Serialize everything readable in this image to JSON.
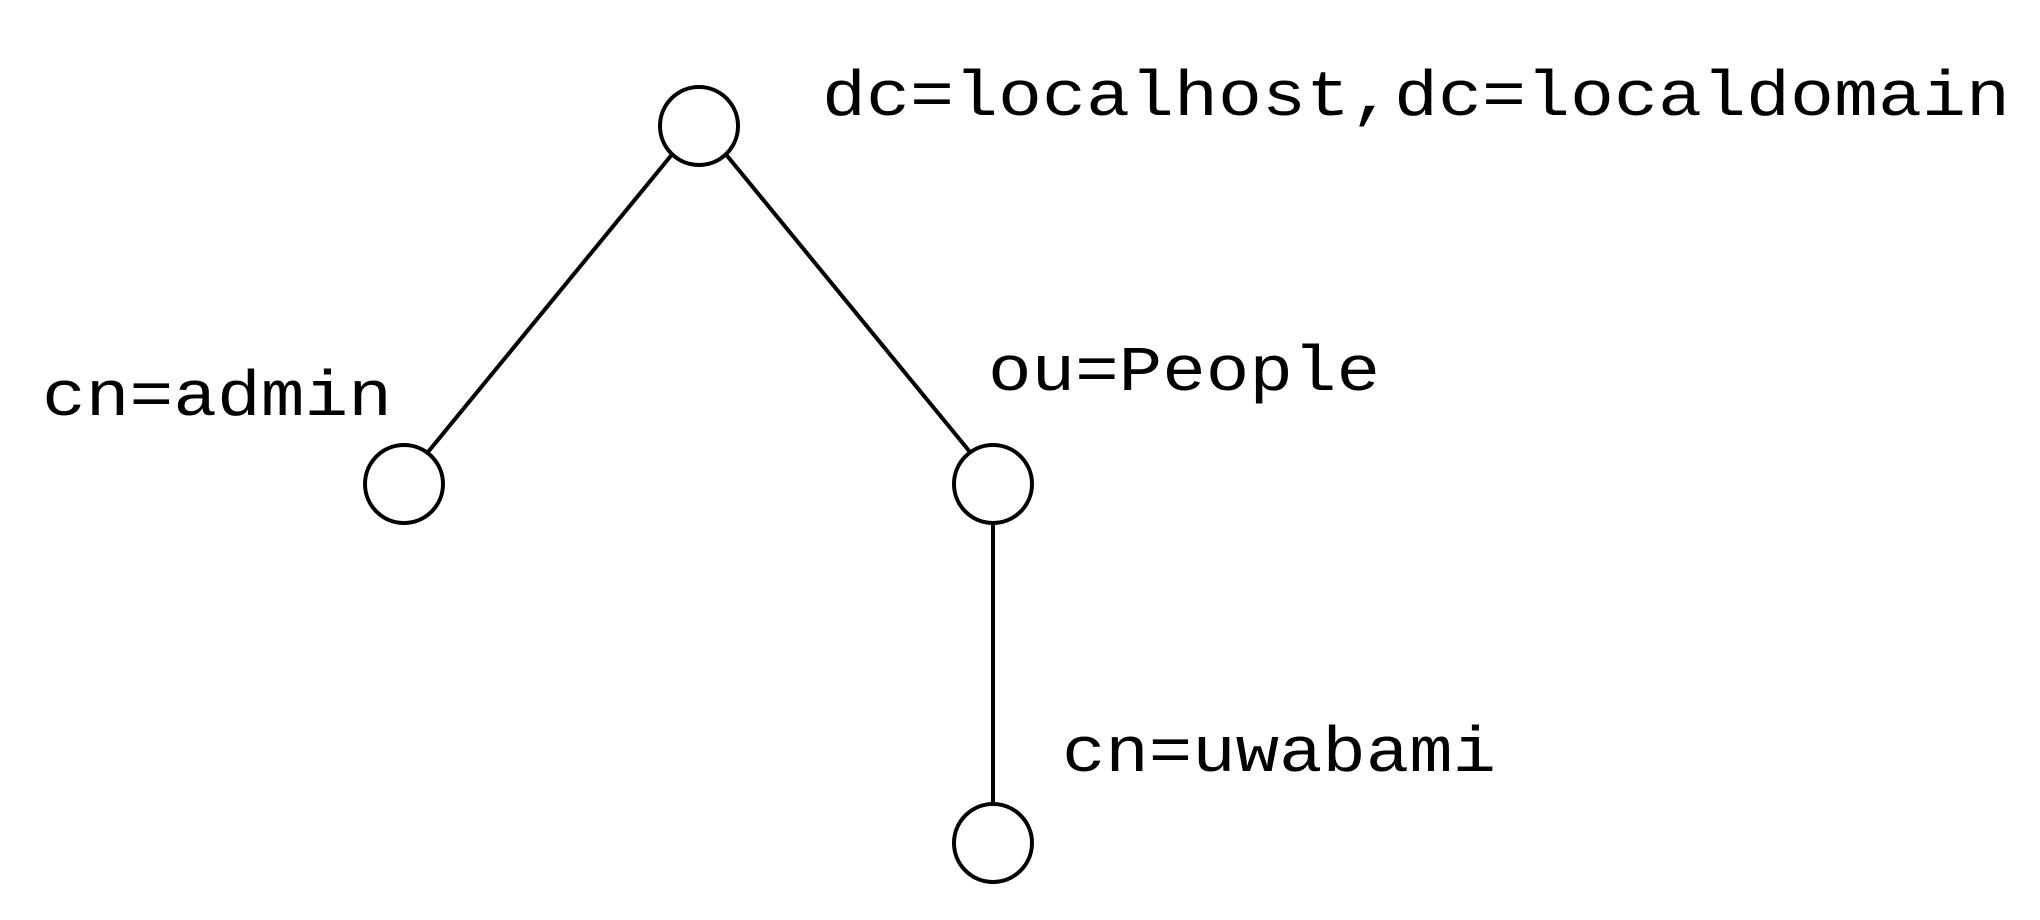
{
  "nodes": [
    {
      "id": "root",
      "label": "dc=localhost,dc=localdomain"
    },
    {
      "id": "admin",
      "label": "cn=admin"
    },
    {
      "id": "people",
      "label": "ou=People"
    },
    {
      "id": "uwabami",
      "label": "cn=uwabami"
    }
  ],
  "edges": [
    {
      "from": "root",
      "to": "admin"
    },
    {
      "from": "root",
      "to": "people"
    },
    {
      "from": "people",
      "to": "uwabami"
    }
  ]
}
